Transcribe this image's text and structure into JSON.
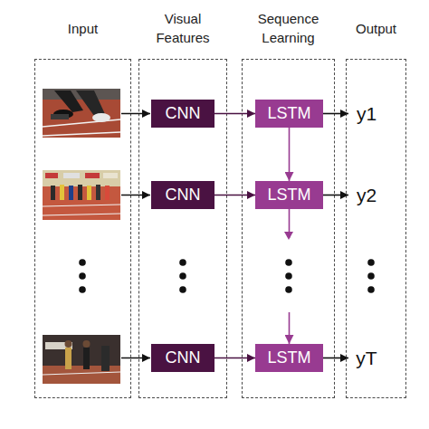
{
  "diagram": {
    "nodes": [
      {
        "text": [
          "Input"
        ]
      },
      {
        "text": [
          "Visual Features"
        ]
      },
      {
        "text": [
          "CNN"
        ],
        "in": 1
      },
      {
        "text": [
          "CNN"
        ],
        "in": 1
      },
      {
        "text": [
          "CNN"
        ],
        "in": 1
      },
      {
        "text": [
          "Sequence Learning"
        ]
      },
      {
        "text": [
          "LSTM"
        ],
        "in": 5
      },
      {
        "text": [
          "LSTM"
        ],
        "in": 5
      },
      {
        "text": [
          "LSTM"
        ],
        "in": 5
      },
      {
        "text": [
          "Output"
        ]
      },
      {
        "text": [
          "y1"
        ],
        "in": 9
      },
      {
        "text": [
          "y2"
        ],
        "in": 9
      },
      {
        "text": [
          "yT"
        ],
        "in": 9
      }
    ],
    "edges": [
      {
        "from": 2,
        "to": 6,
        "arrow": "to"
      },
      {
        "from": 3,
        "to": 7,
        "arrow": "to"
      },
      {
        "from": 4,
        "to": 8,
        "arrow": "to"
      },
      {
        "from": 6,
        "to": 7,
        "arrow": "to"
      },
      {
        "from": 7,
        "to": 8,
        "arrow": "to"
      },
      {
        "from": 6,
        "to": 10,
        "arrow": "to"
      },
      {
        "from": 7,
        "to": 11,
        "arrow": "to"
      },
      {
        "from": 8,
        "to": 12,
        "arrow": "to"
      }
    ]
  }
}
